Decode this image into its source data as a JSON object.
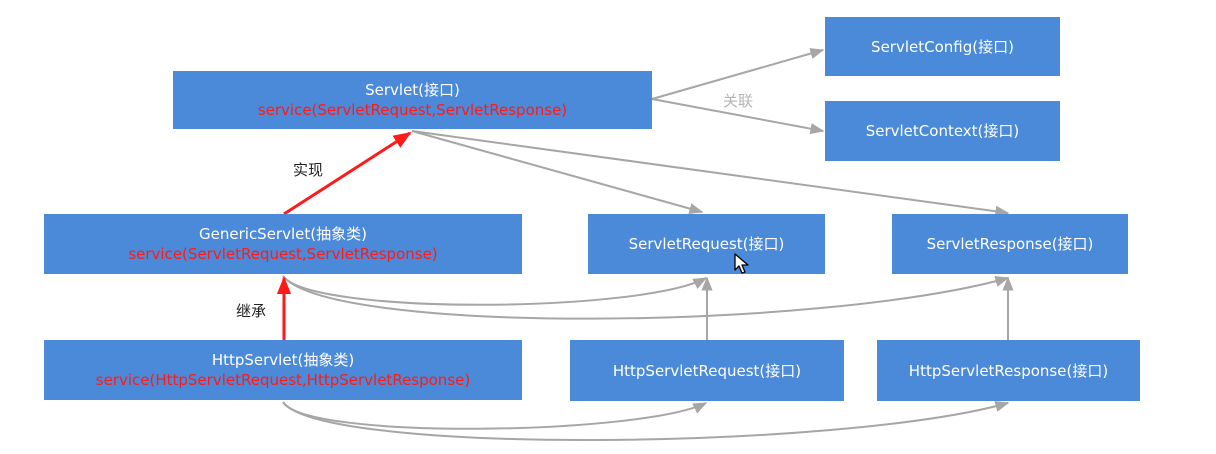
{
  "nodes": {
    "servlet": {
      "title": "Servlet(接口)",
      "method": "service(ServletRequest,ServletResponse)"
    },
    "servlet_config": {
      "title": "ServletConfig(接口)"
    },
    "servlet_context": {
      "title": "ServletContext(接口)"
    },
    "generic_servlet": {
      "title": "GenericServlet(抽象类)",
      "method": "service(ServletRequest,ServletResponse)"
    },
    "servlet_request": {
      "title": "ServletRequest(接口)"
    },
    "servlet_response": {
      "title": "ServletResponse(接口)"
    },
    "http_servlet": {
      "title": "HttpServlet(抽象类)",
      "method": "service(HttpServletRequest,HttpServletResponse)"
    },
    "http_servlet_request": {
      "title": "HttpServletRequest(接口)"
    },
    "http_servlet_response": {
      "title": "HttpServletResponse(接口)"
    }
  },
  "edge_labels": {
    "implements": "实现",
    "inherits": "继承",
    "association": "关联"
  },
  "colors": {
    "box_fill": "#4a8ad8",
    "box_text": "#ffffff",
    "method_text": "#ff1a1a",
    "inheritance_arrow": "#ff1a1a",
    "association_line": "#a6a6a6"
  }
}
